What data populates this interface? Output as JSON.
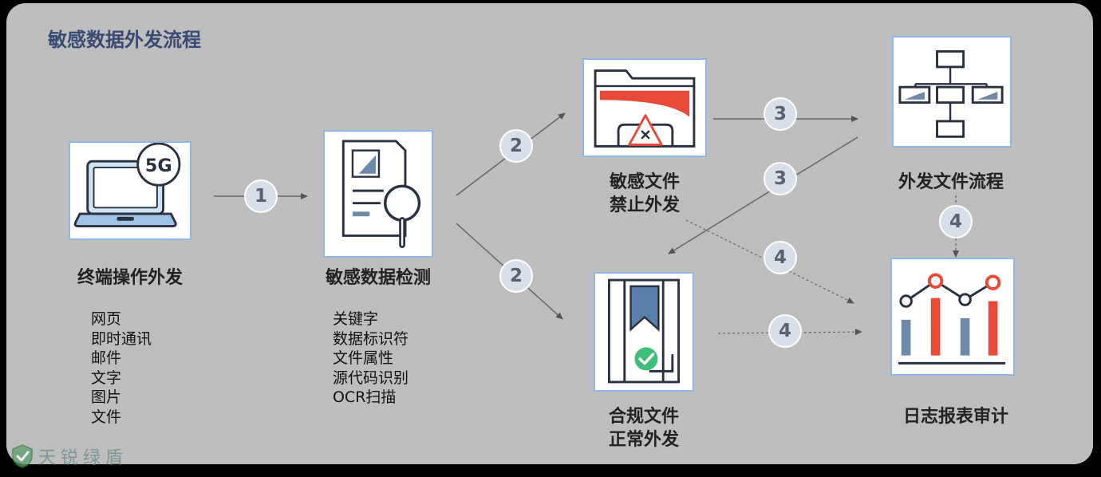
{
  "title": "敏感数据外发流程",
  "nodes": {
    "terminal": {
      "label": "终端操作外发",
      "badge": "5G"
    },
    "detect": {
      "label": "敏感数据检测"
    },
    "forbid": {
      "label_line1": "敏感文件",
      "label_line2": "禁止外发"
    },
    "compliant": {
      "label_line1": "合规文件",
      "label_line2": "正常外发"
    },
    "workflow": {
      "label": "外发文件流程"
    },
    "audit": {
      "label": "日志报表审计"
    }
  },
  "terminal_list": [
    "网页",
    "即时通讯",
    "邮件",
    "文字",
    "图片",
    "文件"
  ],
  "detect_list": [
    "关键字",
    "数据标识符",
    "文件属性",
    "源代码识别",
    "OCR扫描"
  ],
  "steps": {
    "s1": "1",
    "s2a": "2",
    "s2b": "2",
    "s3a": "3",
    "s3b": "3",
    "s4a": "4",
    "s4b": "4",
    "s4c": "4"
  },
  "watermark": "天锐绿盾",
  "colors": {
    "accent_red": "#e84a3a",
    "accent_blue": "#5a7fa8",
    "check_green": "#3fbf7a",
    "arrow": "#555555"
  }
}
